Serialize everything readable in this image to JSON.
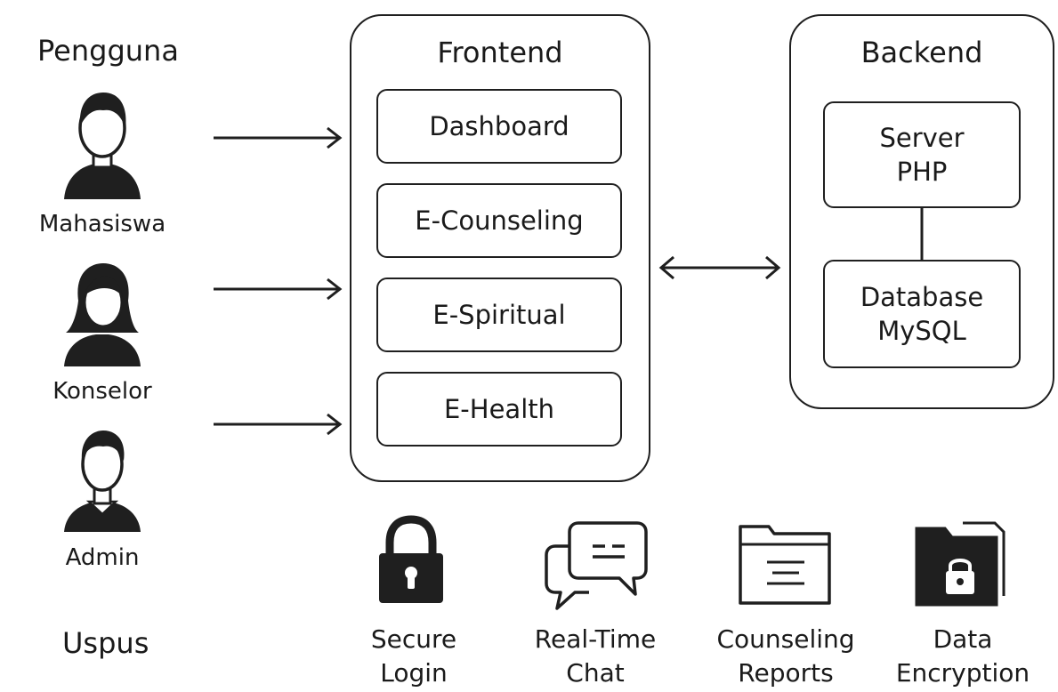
{
  "users": {
    "title": "Pengguna",
    "items": [
      {
        "label": "Mahasiswa",
        "icon": "male-student-avatar-icon"
      },
      {
        "label": "Konselor",
        "icon": "female-counselor-avatar-icon"
      },
      {
        "label": "Admin",
        "icon": "admin-avatar-icon"
      }
    ],
    "footer": "Uspus"
  },
  "frontend": {
    "title": "Frontend",
    "modules": [
      "Dashboard",
      "E-Counseling",
      "E-Spiritual",
      "E-Health"
    ]
  },
  "backend": {
    "title": "Backend",
    "server": "Server\nPHP",
    "database": "Database\nMySQL"
  },
  "features": [
    {
      "label": "Secure\nLogin",
      "icon": "padlock-icon"
    },
    {
      "label": "Real-Time\nChat",
      "icon": "chat-bubbles-icon"
    },
    {
      "label": "Counseling\nReports",
      "icon": "folder-document-icon"
    },
    {
      "label": "Data\nEncryption",
      "icon": "encrypted-folder-icon"
    }
  ],
  "colors": {
    "stroke": "#1f1f1f",
    "fill": "#1f1f1f",
    "background": "#ffffff"
  }
}
